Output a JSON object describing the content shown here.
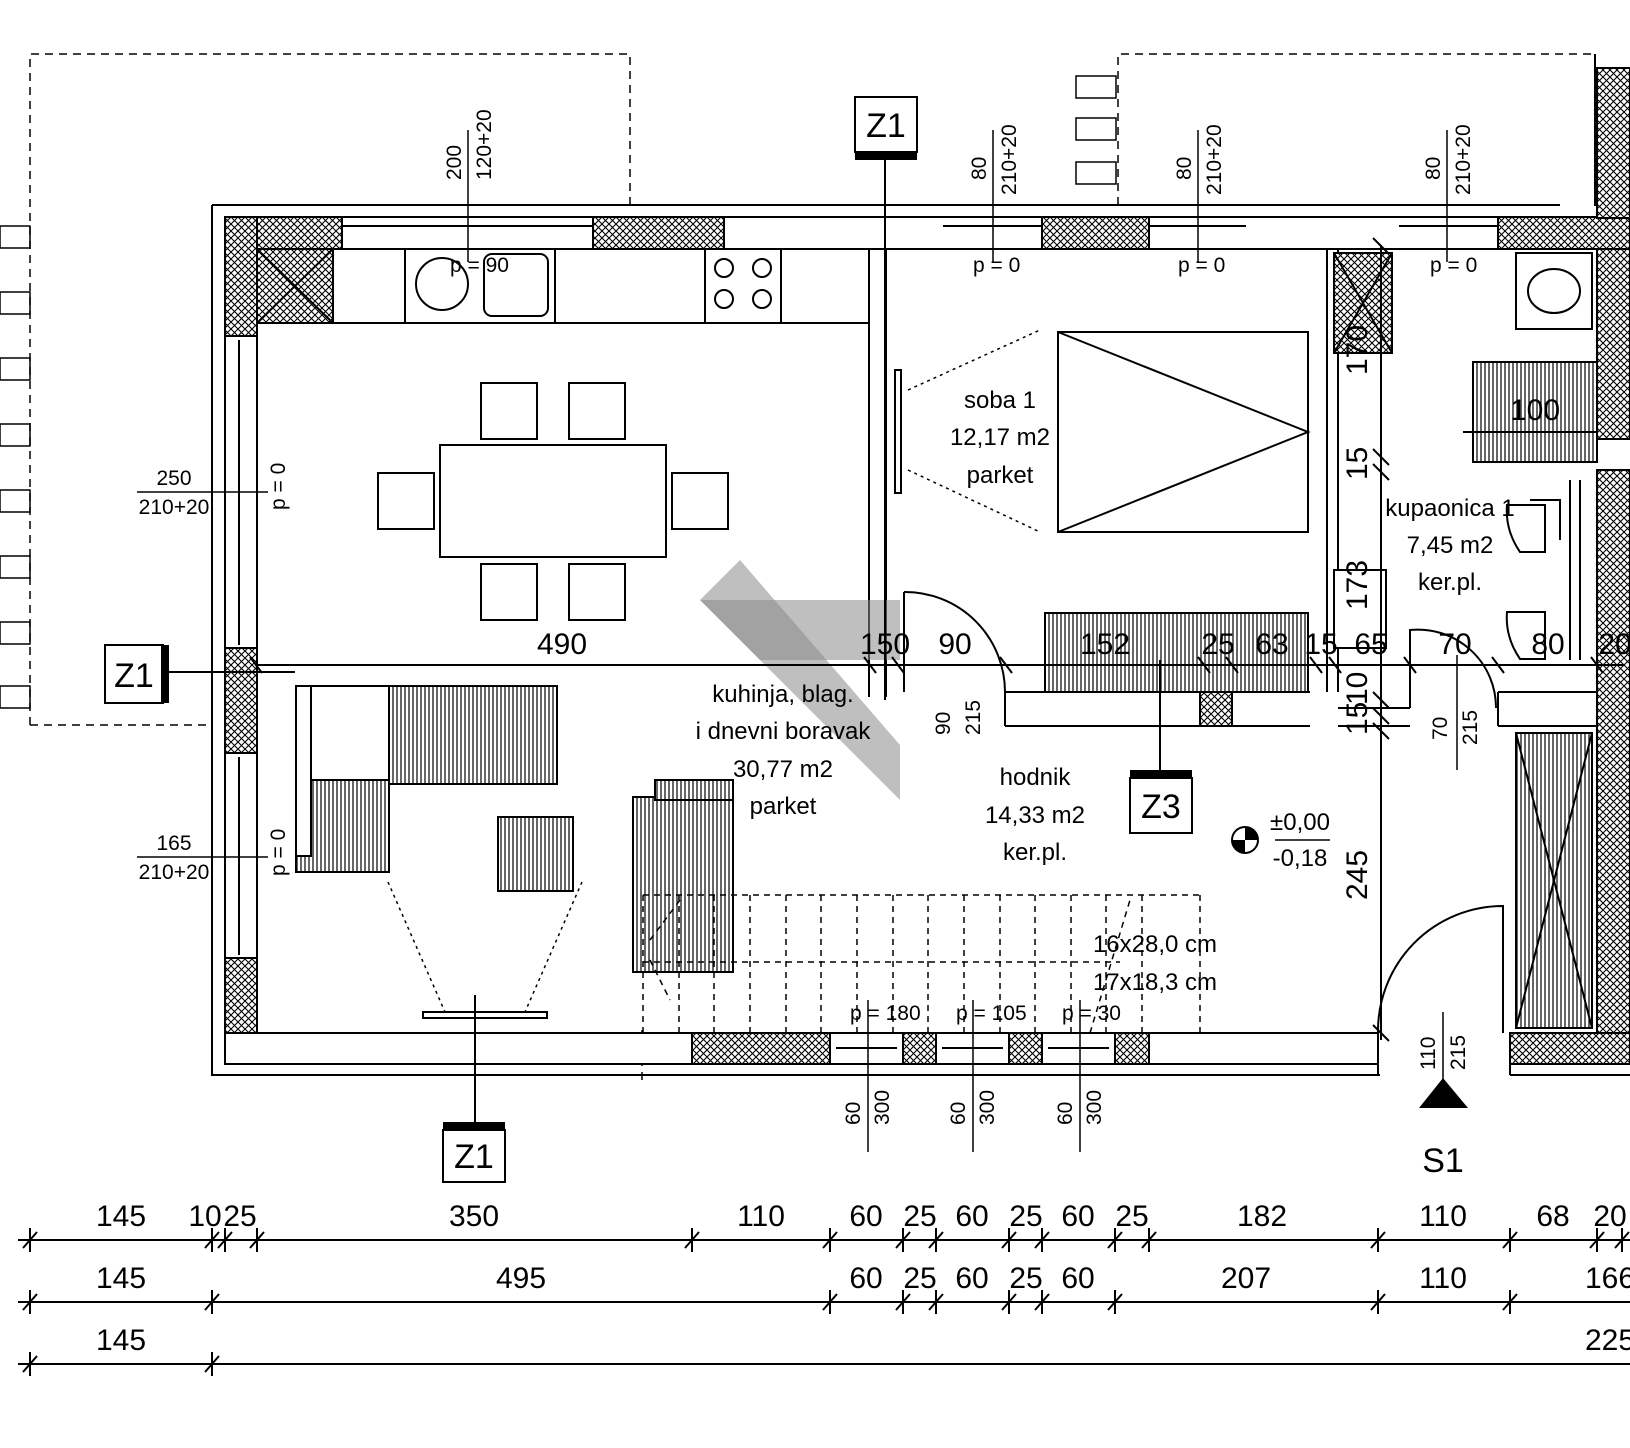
{
  "plan": {
    "rooms": {
      "kuhinja": [
        "kuhinja, blag.",
        "i dnevni boravak",
        "30,77 m2",
        "parket"
      ],
      "soba": [
        "soba 1",
        "12,17 m2",
        "parket"
      ],
      "kupaonica": [
        "kupaonica 1",
        "7,45 m2",
        "ker.pl."
      ],
      "hodnik": [
        "hodnik",
        "14,33 m2",
        "ker.pl."
      ]
    },
    "section_markers": {
      "z1_top": "Z1",
      "z1_left": "Z1",
      "z1_bottom": "Z1",
      "z3": "Z3",
      "s1": "S1"
    },
    "level": {
      "upper": "±0,00",
      "lower": "-0,18"
    },
    "stairs": [
      "16x28,0 cm",
      "17x18,3 cm"
    ],
    "openings_top": [
      {
        "a": "200",
        "b": "120+20",
        "p": "p = 90"
      },
      {
        "a": "80",
        "b": "210+20",
        "p": "p = 0"
      },
      {
        "a": "80",
        "b": "210+20",
        "p": "p = 0"
      },
      {
        "a": "80",
        "b": "210+20",
        "p": "p = 0"
      }
    ],
    "openings_left": [
      {
        "a": "250",
        "b": "210+20",
        "p": "p = 0"
      },
      {
        "a": "165",
        "b": "210+20",
        "p": "p = 0"
      }
    ],
    "openings_bottom": [
      {
        "p": "p = 180",
        "a": "60",
        "b": "300"
      },
      {
        "p": "p = 105",
        "a": "60",
        "b": "300"
      },
      {
        "p": "p = 30",
        "a": "60",
        "b": "300"
      }
    ],
    "doors": {
      "soba": {
        "a": "90",
        "b": "215"
      },
      "kupaonica": {
        "a": "70",
        "b": "215"
      },
      "entrance": {
        "a": "110",
        "b": "215"
      }
    },
    "interior_dims": {
      "d490": "490",
      "d150": "150",
      "d90": "90",
      "d152": "152",
      "d25": "25",
      "d63": "63",
      "d15": "15",
      "d65": "65",
      "d70": "70",
      "d80": "80",
      "d20": "20",
      "d100": "100",
      "d170": "170",
      "d15v": "15",
      "d173": "173",
      "d10": "10",
      "d15b": "15",
      "d245": "245"
    },
    "dim_rows": [
      [
        "145",
        "10",
        "25",
        "350",
        "110",
        "60",
        "25",
        "60",
        "25",
        "60",
        "25",
        "182",
        "110",
        "68",
        "20"
      ],
      [
        "145",
        "495",
        "60",
        "25",
        "60",
        "25",
        "60",
        "207",
        "110",
        "166"
      ],
      [
        "145",
        "225"
      ]
    ]
  }
}
